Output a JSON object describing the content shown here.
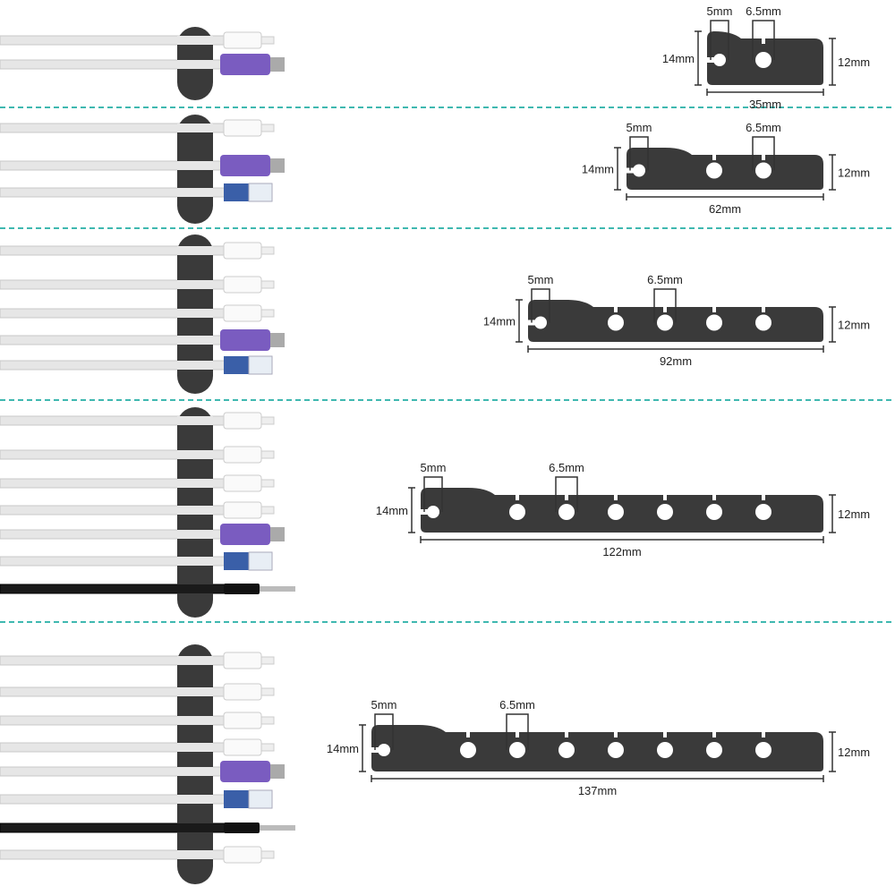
{
  "colors": {
    "divider": "#3fb8b0",
    "clip_body": "#3a3a3a",
    "cable": "#e6e6e6",
    "purple": "#7a5cc0",
    "blue": "#3a5fa8"
  },
  "panels": [
    {
      "cables": [
        "lightning",
        "purple-connector"
      ],
      "dims": {
        "slot": "5mm",
        "hole": "6.5mm",
        "height_left": "14mm",
        "height_right": "12mm",
        "length": "35mm"
      }
    },
    {
      "cables": [
        "lightning",
        "purple-connector",
        "ethernet"
      ],
      "dims": {
        "slot": "5mm",
        "hole": "6.5mm",
        "height_left": "14mm",
        "height_right": "12mm",
        "length": "62mm"
      }
    },
    {
      "cables": [
        "lightning",
        "lightning",
        "lightning",
        "purple-connector",
        "ethernet"
      ],
      "dims": {
        "slot": "5mm",
        "hole": "6.5mm",
        "height_left": "14mm",
        "height_right": "12mm",
        "length": "92mm"
      }
    },
    {
      "cables": [
        "lightning",
        "lightning",
        "lightning",
        "lightning",
        "purple-connector",
        "ethernet",
        "audio-jack"
      ],
      "dims": {
        "slot": "5mm",
        "hole": "6.5mm",
        "height_left": "14mm",
        "height_right": "12mm",
        "length": "122mm"
      }
    },
    {
      "cables": [
        "lightning",
        "lightning",
        "lightning",
        "lightning",
        "purple-connector",
        "ethernet",
        "audio-jack",
        "lightning"
      ],
      "dims": {
        "slot": "5mm",
        "hole": "6.5mm",
        "height_left": "14mm",
        "height_right": "12mm",
        "length": "137mm"
      }
    }
  ]
}
